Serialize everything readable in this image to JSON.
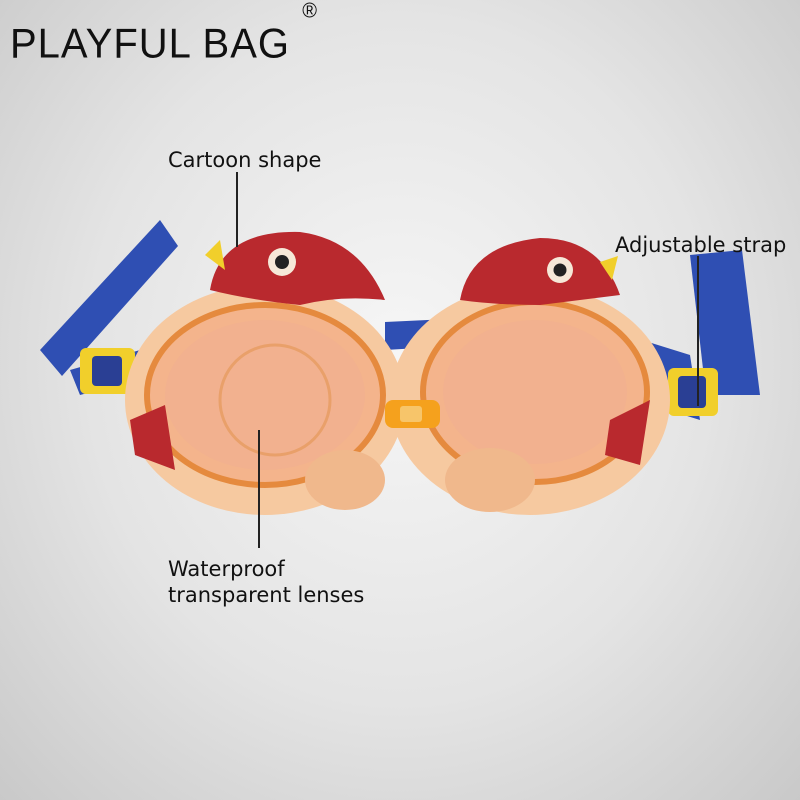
{
  "brand": {
    "name": "PLAYFUL BAG",
    "mark": "®"
  },
  "callouts": {
    "cartoon_shape": "Cartoon shape",
    "adjustable_strap": "Adjustable strap",
    "lenses_line1": "Waterproof",
    "lenses_line2": "transparent lenses"
  },
  "colors": {
    "strap": "#2f4fb3",
    "buckle": "#f1cf2b",
    "frame": "#f6c9a0",
    "lens": "#f2b08f",
    "dino": "#b9292e",
    "bridge": "#f5a11d"
  }
}
